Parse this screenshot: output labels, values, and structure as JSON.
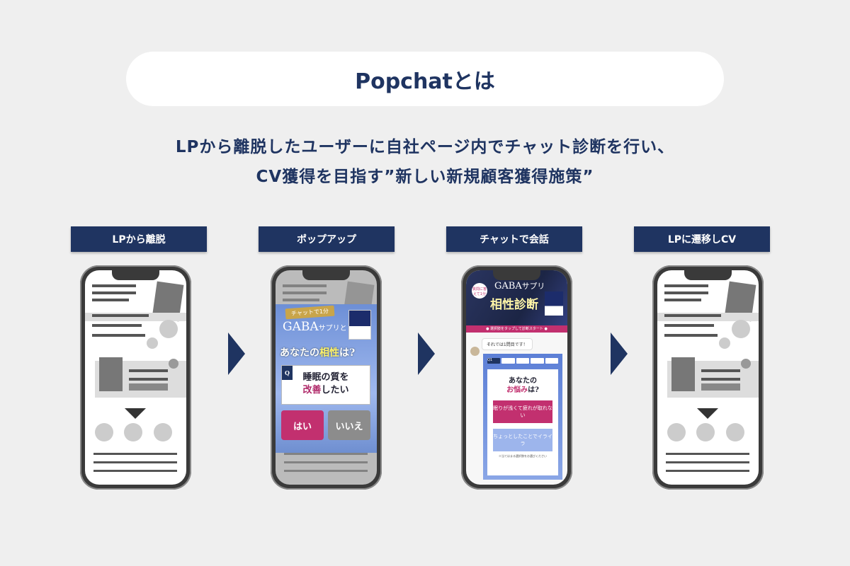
{
  "title": "Popchatとは",
  "subtitle": [
    "LPから離脱したユーザーに自社ページ内でチャット診断を行い、",
    "CV獲得を目指す”新しい新規顧客獲得施策”"
  ],
  "steps": [
    {
      "label": "LPから離脱"
    },
    {
      "label": "ポップアップ"
    },
    {
      "label": "チャットで会話"
    },
    {
      "label": "LPに遷移しCV"
    }
  ],
  "popup": {
    "badge": "チャットで1分",
    "brand": "GABA",
    "brand_sub": "サプリと",
    "headline_pre": "あなたの",
    "headline_accent": "相性",
    "headline_post": "は?",
    "q_icon": "Q",
    "question_line1": "睡眠の質を",
    "question_line2_pre": "改善",
    "question_line2_post": "したい",
    "yes": "はい",
    "no": "いいえ"
  },
  "chat": {
    "brand": "GABA",
    "brand_sub": "サプリ",
    "banner_title": "相性診断",
    "badge": "質問に答えて1分",
    "strip": "● 選択肢をタップして診断スタート ●",
    "bubble": "それでは1問目です！",
    "q_label": "Q1",
    "q_pre": "あなたの",
    "q_accent": "お悩み",
    "q_post": "は?",
    "opt1": "眠りが浅くて疲れが取れない",
    "opt2": "ちょっとしたことでイライラ",
    "footnote": "※当てはまる選択肢をお選びください"
  },
  "colors": {
    "navy": "#1f3461",
    "pink": "#c2306f",
    "background": "#efefef"
  }
}
